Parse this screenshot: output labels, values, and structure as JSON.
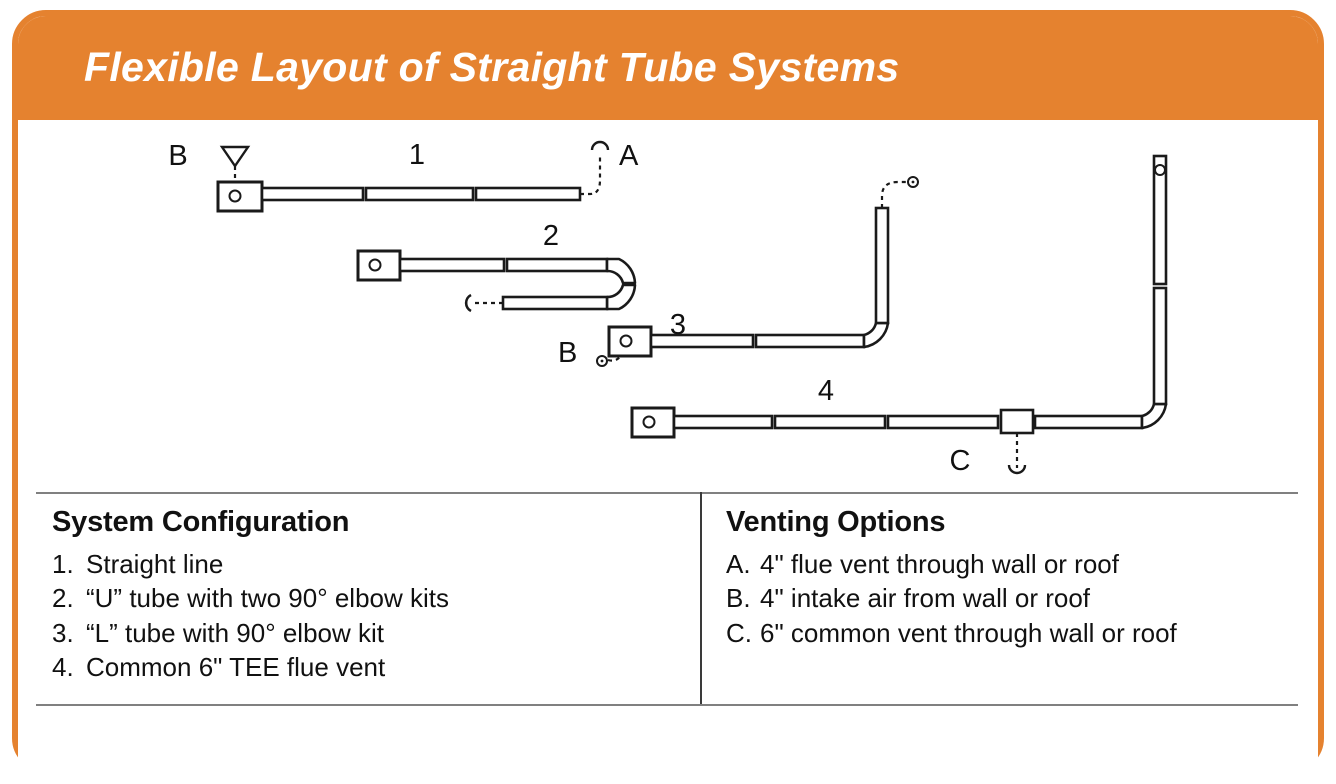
{
  "header": {
    "title": "Flexible Layout of Straight Tube Systems"
  },
  "theme": {
    "accent": "#E5822F",
    "line": "#1a1a1a",
    "rule": "#808080",
    "text": "#111111",
    "page_bg": "#ffffff"
  },
  "diagram": {
    "name": "straight-tube-system-layouts",
    "row_numbers": [
      "1",
      "2",
      "3",
      "4"
    ],
    "vent_markers": {
      "row1_intake": "B",
      "row1_flue": "A",
      "row3_intake": "B",
      "row4_common": "C"
    },
    "rows": [
      {
        "number": "1",
        "config": "Straight line",
        "tube_segments": 3,
        "appliance": true,
        "intake": "B",
        "flue": "A"
      },
      {
        "number": "2",
        "config": "“U” tube with two 90° elbow kits",
        "tube_segments": 3,
        "appliance": true,
        "elbows": 2
      },
      {
        "number": "3",
        "config": "“L” tube with 90° elbow kit",
        "tube_segments": 3,
        "appliance": true,
        "elbows": 1,
        "intake": "B"
      },
      {
        "number": "4",
        "config": "Common 6\" TEE flue vent",
        "tube_segments": 4,
        "appliance": true,
        "tee": true,
        "elbows": 1,
        "common_vent": "C"
      }
    ]
  },
  "legend": {
    "left": {
      "heading": "System Configuration",
      "items": [
        {
          "key": "1.",
          "text": "Straight line"
        },
        {
          "key": "2.",
          "text": "“U” tube with two 90° elbow kits"
        },
        {
          "key": "3.",
          "text": "“L” tube with 90° elbow kit"
        },
        {
          "key": "4.",
          "text": "Common 6\" TEE flue vent"
        }
      ]
    },
    "right": {
      "heading": "Venting Options",
      "items": [
        {
          "key": "A.",
          "text": "4\" flue vent through wall or roof"
        },
        {
          "key": "B.",
          "text": "4\" intake air from wall or roof"
        },
        {
          "key": "C.",
          "text": "6\" common vent through wall or roof"
        }
      ]
    }
  }
}
